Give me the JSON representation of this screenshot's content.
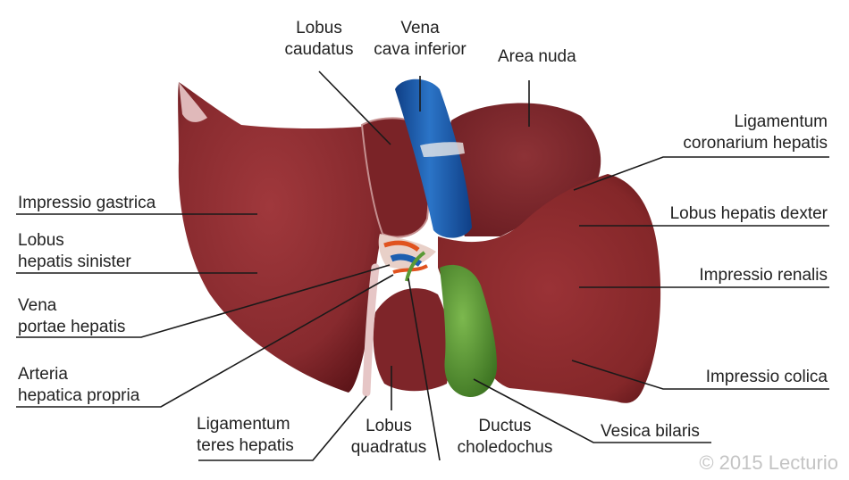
{
  "labels": {
    "lobus_caudatus": [
      "Lobus",
      "caudatus"
    ],
    "vena_cava_inferior": [
      "Vena",
      "cava inferior"
    ],
    "area_nuda": [
      "Area nuda"
    ],
    "ligamentum_coronarium": [
      "Ligamentum",
      "coronarium hepatis"
    ],
    "impressio_gastrica": [
      "Impressio gastrica"
    ],
    "lobus_hepatis_sinister": [
      "Lobus",
      "hepatis sinister"
    ],
    "lobus_hepatis_dexter": [
      "Lobus hepatis dexter"
    ],
    "impressio_renalis": [
      "Impressio renalis"
    ],
    "vena_portae": [
      "Vena",
      "portae hepatis"
    ],
    "arteria_hepatica": [
      "Arteria",
      "hepatica propria"
    ],
    "impressio_colica": [
      "Impressio colica"
    ],
    "ligamentum_teres": [
      "Ligamentum",
      "teres hepatis"
    ],
    "lobus_quadratus": [
      "Lobus",
      "quadratus"
    ],
    "ductus_choledochus": [
      "Ductus",
      "choledochus"
    ],
    "vesica_bilaris": [
      "Vesica bilaris"
    ]
  },
  "copyright": "© 2015 Lecturio",
  "colors": {
    "liver": "#8a2a2e",
    "liver_dark": "#5e1519",
    "vena_cava": "#1d5fb0",
    "gallbladder": "#5a9a35",
    "artery": "#e0531f",
    "leader_line": "#1a1a1a"
  }
}
